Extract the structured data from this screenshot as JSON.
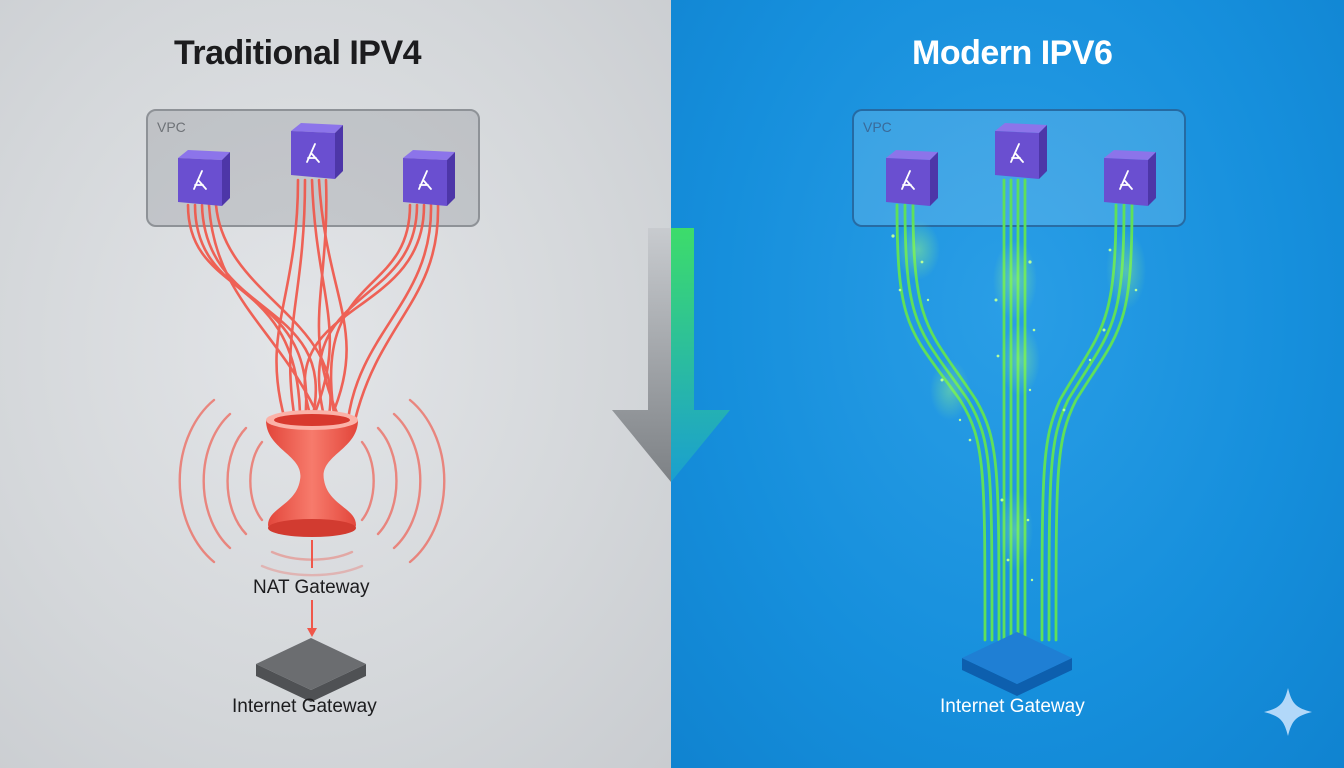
{
  "left": {
    "title": "Traditional IPV4",
    "vpc_label": "VPC",
    "nat_label": "NAT Gateway",
    "igw_label": "Internet Gateway",
    "accent": "#f0574a"
  },
  "right": {
    "title": "Modern IPV6",
    "vpc_label": "VPC",
    "igw_label": "Internet Gateway",
    "accent": "#5fe05a"
  },
  "icons": {
    "instance": "lambda-cube-icon",
    "center_arrow": "down-arrow-icon",
    "corner": "sparkle-icon"
  },
  "colors": {
    "instance": "#6a4fd0",
    "left_bg": "#d4d7da",
    "right_bg": "#168fdc",
    "igw_left": "#6b6d70",
    "igw_right": "#1f7fd4"
  }
}
